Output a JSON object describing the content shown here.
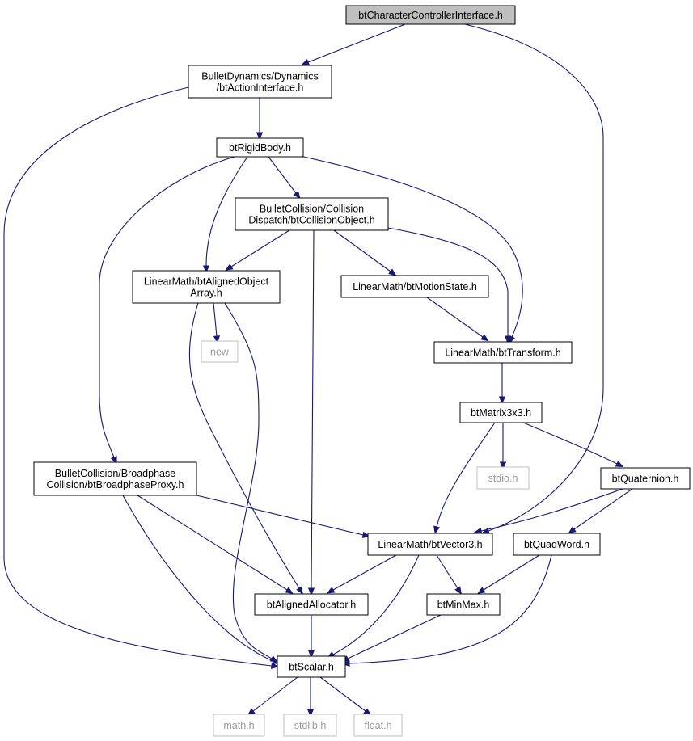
{
  "colors": {
    "edge": "#191970",
    "node_border": "#000000",
    "root_fill": "#bfbfbf",
    "node_fill": "#ffffff",
    "external_border": "#bfbfbf",
    "external_text": "#9a9a9a"
  },
  "nodes": [
    {
      "id": "root",
      "lines": [
        "btCharacterControllerInterface.h"
      ],
      "kind": "root"
    },
    {
      "id": "action",
      "lines": [
        "BulletDynamics/Dynamics",
        "/btActionInterface.h"
      ],
      "kind": "normal"
    },
    {
      "id": "rigid",
      "lines": [
        "btRigidBody.h"
      ],
      "kind": "normal"
    },
    {
      "id": "colobj",
      "lines": [
        "BulletCollision/Collision",
        "Dispatch/btCollisionObject.h"
      ],
      "kind": "normal"
    },
    {
      "id": "aligned_array",
      "lines": [
        "LinearMath/btAlignedObject",
        "Array.h"
      ],
      "kind": "normal"
    },
    {
      "id": "motion",
      "lines": [
        "LinearMath/btMotionState.h"
      ],
      "kind": "normal"
    },
    {
      "id": "new",
      "lines": [
        "new"
      ],
      "kind": "external"
    },
    {
      "id": "transform",
      "lines": [
        "LinearMath/btTransform.h"
      ],
      "kind": "normal"
    },
    {
      "id": "matrix",
      "lines": [
        "btMatrix3x3.h"
      ],
      "kind": "normal"
    },
    {
      "id": "stdio",
      "lines": [
        "stdio.h"
      ],
      "kind": "external"
    },
    {
      "id": "bproxy",
      "lines": [
        "BulletCollision/Broadphase",
        "Collision/btBroadphaseProxy.h"
      ],
      "kind": "normal"
    },
    {
      "id": "quat",
      "lines": [
        "btQuaternion.h"
      ],
      "kind": "normal"
    },
    {
      "id": "vector",
      "lines": [
        "LinearMath/btVector3.h"
      ],
      "kind": "normal"
    },
    {
      "id": "quadword",
      "lines": [
        "btQuadWord.h"
      ],
      "kind": "normal"
    },
    {
      "id": "allocator",
      "lines": [
        "btAlignedAllocator.h"
      ],
      "kind": "normal"
    },
    {
      "id": "minmax",
      "lines": [
        "btMinMax.h"
      ],
      "kind": "normal"
    },
    {
      "id": "scalar",
      "lines": [
        "btScalar.h"
      ],
      "kind": "normal"
    },
    {
      "id": "math",
      "lines": [
        "math.h"
      ],
      "kind": "external"
    },
    {
      "id": "stdlib",
      "lines": [
        "stdlib.h"
      ],
      "kind": "external"
    },
    {
      "id": "float",
      "lines": [
        "float.h"
      ],
      "kind": "external"
    }
  ],
  "edges": [
    {
      "from": "root",
      "to": "action"
    },
    {
      "from": "root",
      "to": "vector"
    },
    {
      "from": "action",
      "to": "rigid"
    },
    {
      "from": "action",
      "to": "scalar"
    },
    {
      "from": "rigid",
      "to": "colobj"
    },
    {
      "from": "rigid",
      "to": "aligned_array"
    },
    {
      "from": "rigid",
      "to": "transform"
    },
    {
      "from": "rigid",
      "to": "bproxy"
    },
    {
      "from": "colobj",
      "to": "aligned_array"
    },
    {
      "from": "colobj",
      "to": "motion"
    },
    {
      "from": "colobj",
      "to": "transform"
    },
    {
      "from": "colobj",
      "to": "allocator"
    },
    {
      "from": "aligned_array",
      "to": "new"
    },
    {
      "from": "aligned_array",
      "to": "allocator"
    },
    {
      "from": "aligned_array",
      "to": "scalar"
    },
    {
      "from": "motion",
      "to": "transform"
    },
    {
      "from": "transform",
      "to": "matrix"
    },
    {
      "from": "matrix",
      "to": "stdio"
    },
    {
      "from": "matrix",
      "to": "quat"
    },
    {
      "from": "matrix",
      "to": "vector"
    },
    {
      "from": "bproxy",
      "to": "vector"
    },
    {
      "from": "bproxy",
      "to": "allocator"
    },
    {
      "from": "bproxy",
      "to": "scalar"
    },
    {
      "from": "quat",
      "to": "vector"
    },
    {
      "from": "quat",
      "to": "quadword"
    },
    {
      "from": "vector",
      "to": "allocator"
    },
    {
      "from": "vector",
      "to": "minmax"
    },
    {
      "from": "vector",
      "to": "scalar"
    },
    {
      "from": "quadword",
      "to": "minmax"
    },
    {
      "from": "quadword",
      "to": "scalar"
    },
    {
      "from": "allocator",
      "to": "scalar"
    },
    {
      "from": "minmax",
      "to": "scalar"
    },
    {
      "from": "scalar",
      "to": "math"
    },
    {
      "from": "scalar",
      "to": "stdlib"
    },
    {
      "from": "scalar",
      "to": "float"
    }
  ]
}
